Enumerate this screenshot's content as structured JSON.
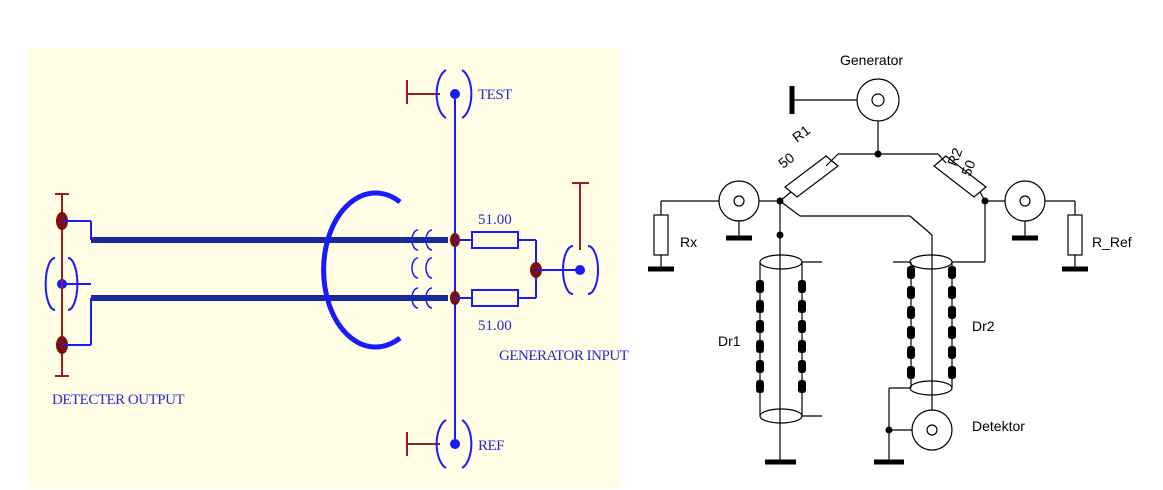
{
  "left_schematic": {
    "labels": {
      "test": "TEST",
      "ref": "REF",
      "detector_output": "DETECTER OUTPUT",
      "generator_input": "GENERATOR INPUT",
      "resistor_top": "51.00",
      "resistor_bottom": "51.00"
    },
    "colors": {
      "background": "#fffde6",
      "wire": "#1a1aff",
      "coax": "#1a2a9a",
      "node": "#7a1010",
      "ground": "#9a2020"
    }
  },
  "right_schematic": {
    "labels": {
      "generator": "Generator",
      "r1": "R1",
      "r1_value": "50",
      "r2": "R2",
      "r2_value": "50",
      "rx": "Rx",
      "r_ref": "R_Ref",
      "dr1": "Dr1",
      "dr2": "Dr2",
      "detektor": "Detektor"
    },
    "colors": {
      "line": "#000000",
      "background": "#ffffff"
    }
  }
}
